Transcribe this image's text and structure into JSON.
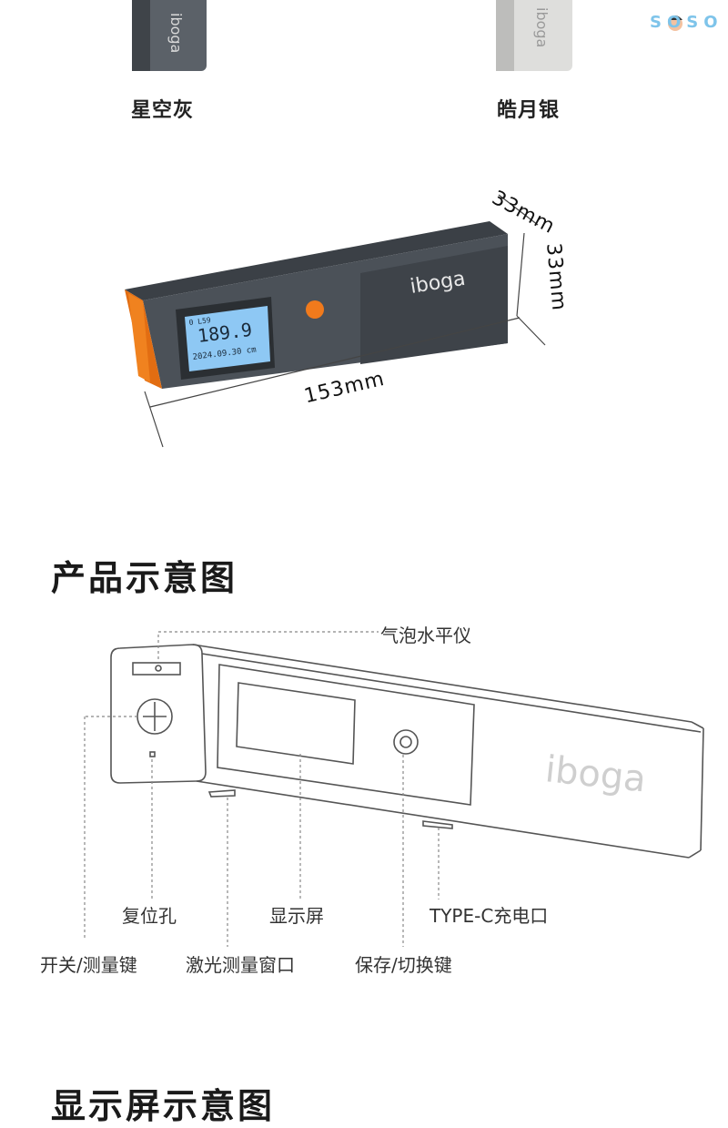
{
  "brand": {
    "logo_text": "iboga",
    "watermark": "SOSO"
  },
  "variants": [
    {
      "label": "星空灰",
      "color": "#5a6168"
    },
    {
      "label": "皓月银",
      "color": "#d8d8d6"
    }
  ],
  "dimensions": {
    "depth": "33mm",
    "height": "33mm",
    "length": "153mm"
  },
  "lcd": {
    "reading": "189.9",
    "unit": "cm",
    "date": "2024.09.30",
    "top": "0 L59",
    "backlight_color": "#8ec8f4"
  },
  "colors": {
    "accent_orange": "#f07a1c",
    "body_dark": "#4a5057"
  },
  "sections": {
    "diagram_title": "产品示意图",
    "display_title": "显示屏示意图"
  },
  "callouts": {
    "bubble_level": "气泡水平仪",
    "reset_hole": "复位孔",
    "display": "显示屏",
    "type_c": "TYPE-C充电口",
    "power_button": "开关/测量键",
    "laser_window": "激光测量窗口",
    "save_switch": "保存/切换键"
  }
}
